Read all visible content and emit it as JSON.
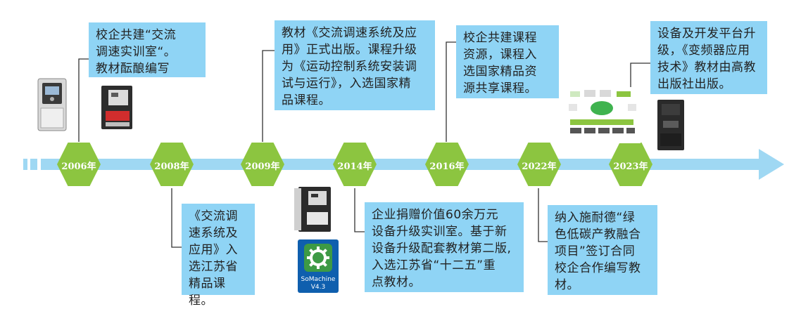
{
  "timeline": {
    "years": [
      "2006年",
      "2008年",
      "2009年",
      "2014年",
      "2016年",
      "2022年",
      "2023年"
    ],
    "colors": {
      "arrow": "#9fd8f3",
      "hexagon": "#8cc540",
      "note": "#8fd4f5",
      "connector": "#333333"
    }
  },
  "notes": {
    "n2006": [
      "校企共建“交流",
      "调速实训室“。",
      "教材酝酿编写"
    ],
    "n2008": [
      "《交流调",
      "速系统及",
      "应用》入",
      "选江苏省",
      "精品课程。"
    ],
    "n2009": [
      "教材《交流调速系统及应",
      "用》正式出版。课程升级",
      "为《运动控制系统安装调",
      "试与运行》，入选国家精",
      "品课程。"
    ],
    "n2014": [
      "企业捐赠价值60余万元",
      "设备升级实训室。基于新",
      "设备升级配套教材第二版,",
      "入选江苏省“十二五”重",
      "点教材。"
    ],
    "n2016": [
      "校企共建课程",
      "资源，课程入",
      "选国家精品资",
      "源共享课程。"
    ],
    "n2022": [
      "纳入施耐德“绿",
      "色低碳产教融合",
      "项目”签订合同",
      "校企合作编写教",
      "材。"
    ],
    "n2023": [
      "设备及开发平台升",
      "级，《变频器应用",
      "技术》教材由高教",
      "出版社出版。"
    ]
  },
  "software": {
    "name": "SoMachine",
    "version": "V4.3",
    "icon": "gear-icon"
  }
}
